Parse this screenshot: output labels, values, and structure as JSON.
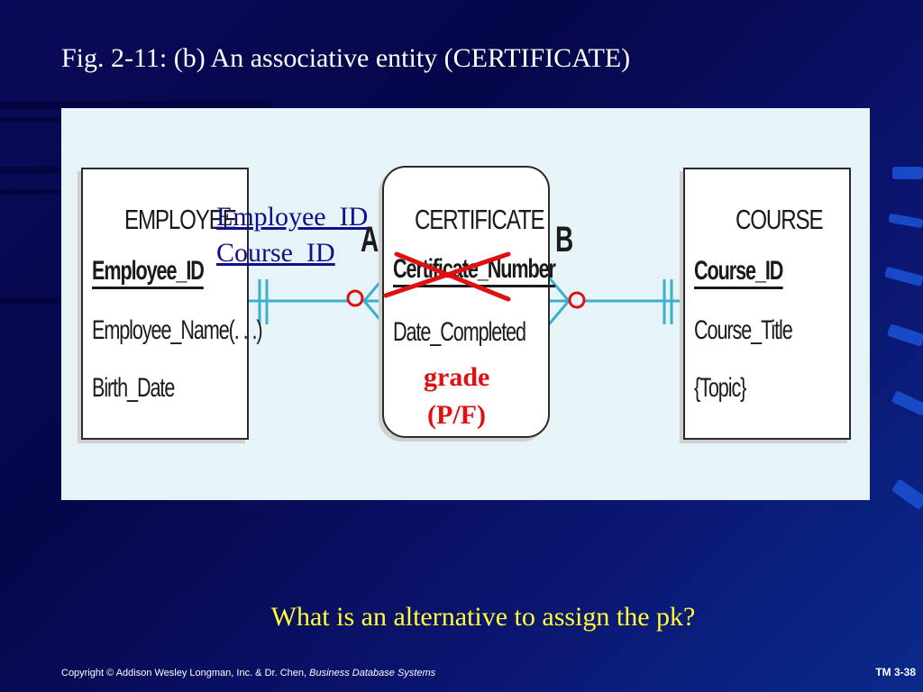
{
  "slide": {
    "title": "Fig. 2-11: (b) An associative entity (CERTIFICATE)",
    "question": "What is an alternative to assign the pk?",
    "copyright_text": "Copyright ©  Addison Wesley Longman, Inc. & Dr. Chen, ",
    "copyright_book": "Business Database Systems",
    "slide_number": "TM 3-38"
  },
  "diagram": {
    "entities": [
      {
        "name": "EMPLOYEE",
        "key": "Employee_ID",
        "attributes": [
          "Employee_Name(. . .)",
          "Birth_Date"
        ]
      },
      {
        "name": "CERTIFICATE",
        "key": "Certificate_Number",
        "attributes": [
          "Date_Completed"
        ]
      },
      {
        "name": "COURSE",
        "key": "Course_ID",
        "attributes": [
          "Course_Title",
          "{Topic}"
        ]
      }
    ],
    "relationships": [
      {
        "label": "A"
      },
      {
        "label": "B"
      }
    ],
    "annotations": {
      "suggested_key_1": "Employee_ID",
      "suggested_key_2": "Course_ID",
      "added_attribute_1": "grade",
      "added_attribute_2": "(P/F)"
    },
    "colors": {
      "connector": "#3ab0d0",
      "annotation_blue": "#10108a",
      "annotation_red": "#e01010",
      "question_yellow": "#ffff33"
    }
  }
}
